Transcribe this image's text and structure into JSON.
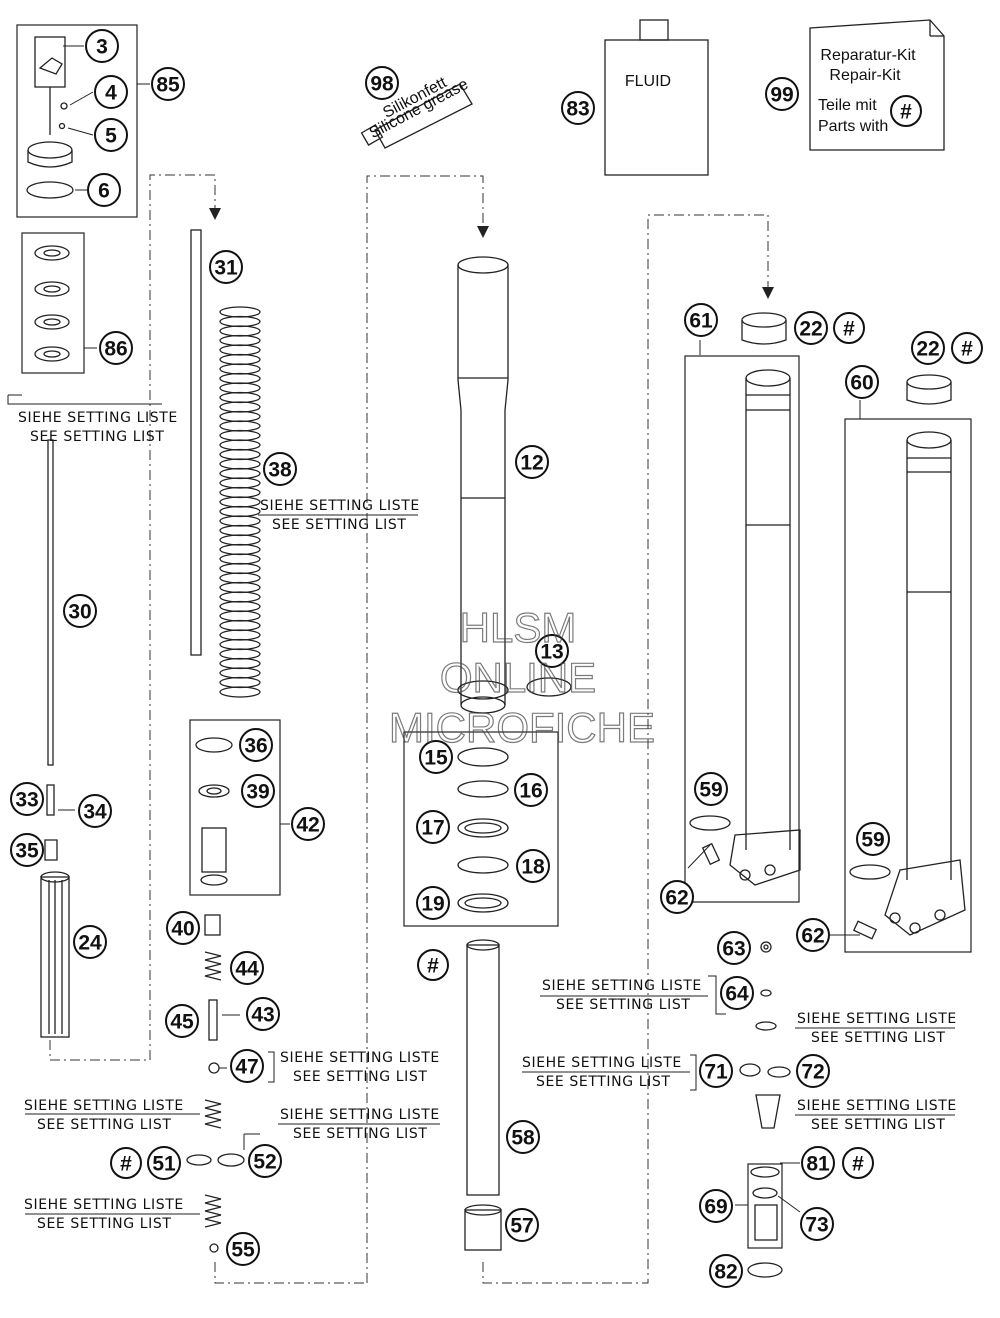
{
  "callouts": [
    {
      "id": "c3",
      "n": "3"
    },
    {
      "id": "c4",
      "n": "4"
    },
    {
      "id": "c5",
      "n": "5"
    },
    {
      "id": "c6",
      "n": "6"
    },
    {
      "id": "c85",
      "n": "85"
    },
    {
      "id": "c86",
      "n": "86"
    },
    {
      "id": "c98",
      "n": "98"
    },
    {
      "id": "c83",
      "n": "83"
    },
    {
      "id": "c99",
      "n": "99"
    },
    {
      "id": "c31",
      "n": "31"
    },
    {
      "id": "c38",
      "n": "38"
    },
    {
      "id": "c30",
      "n": "30"
    },
    {
      "id": "c12",
      "n": "12"
    },
    {
      "id": "c13",
      "n": "13"
    },
    {
      "id": "c15",
      "n": "15"
    },
    {
      "id": "c16",
      "n": "16"
    },
    {
      "id": "c17",
      "n": "17"
    },
    {
      "id": "c18",
      "n": "18"
    },
    {
      "id": "c19",
      "n": "19"
    },
    {
      "id": "c61",
      "n": "61"
    },
    {
      "id": "c22a",
      "n": "22"
    },
    {
      "id": "c22b",
      "n": "22"
    },
    {
      "id": "c60",
      "n": "60"
    },
    {
      "id": "c59a",
      "n": "59"
    },
    {
      "id": "c59b",
      "n": "59"
    },
    {
      "id": "c62a",
      "n": "62"
    },
    {
      "id": "c62b",
      "n": "62"
    },
    {
      "id": "c36",
      "n": "36"
    },
    {
      "id": "c39",
      "n": "39"
    },
    {
      "id": "c42",
      "n": "42"
    },
    {
      "id": "c33",
      "n": "33"
    },
    {
      "id": "c34",
      "n": "34"
    },
    {
      "id": "c35",
      "n": "35"
    },
    {
      "id": "c24",
      "n": "24"
    },
    {
      "id": "c40",
      "n": "40"
    },
    {
      "id": "c44",
      "n": "44"
    },
    {
      "id": "c45",
      "n": "45"
    },
    {
      "id": "c43",
      "n": "43"
    },
    {
      "id": "c47",
      "n": "47"
    },
    {
      "id": "c51",
      "n": "51"
    },
    {
      "id": "c52",
      "n": "52"
    },
    {
      "id": "c55",
      "n": "55"
    },
    {
      "id": "c58",
      "n": "58"
    },
    {
      "id": "c57",
      "n": "57"
    },
    {
      "id": "c63",
      "n": "63"
    },
    {
      "id": "c64",
      "n": "64"
    },
    {
      "id": "c71",
      "n": "71"
    },
    {
      "id": "c72",
      "n": "72"
    },
    {
      "id": "c81",
      "n": "81"
    },
    {
      "id": "c69",
      "n": "69"
    },
    {
      "id": "c73",
      "n": "73"
    },
    {
      "id": "c82",
      "n": "82"
    },
    {
      "id": "h22a",
      "n": "#"
    },
    {
      "id": "h22b",
      "n": "#"
    },
    {
      "id": "h19",
      "n": "#"
    },
    {
      "id": "h51",
      "n": "#"
    },
    {
      "id": "h81",
      "n": "#"
    },
    {
      "id": "h99",
      "n": "#"
    }
  ],
  "setting_labels": {
    "de": "SIEHE SETTING LISTE",
    "en": "SEE SETTING LIST"
  },
  "fluid_label": "FLUID",
  "tube_text_1": "Silikonfett",
  "tube_text_2": "Silicone grease",
  "repair_kit": {
    "line1": "Reparatur-Kit",
    "line2": "Repair-Kit",
    "line3": "Teile mit",
    "line4": "Parts with"
  },
  "watermark": {
    "line1": "HLSM",
    "line2": "ONLINE",
    "line3": "MICROFICHE"
  }
}
